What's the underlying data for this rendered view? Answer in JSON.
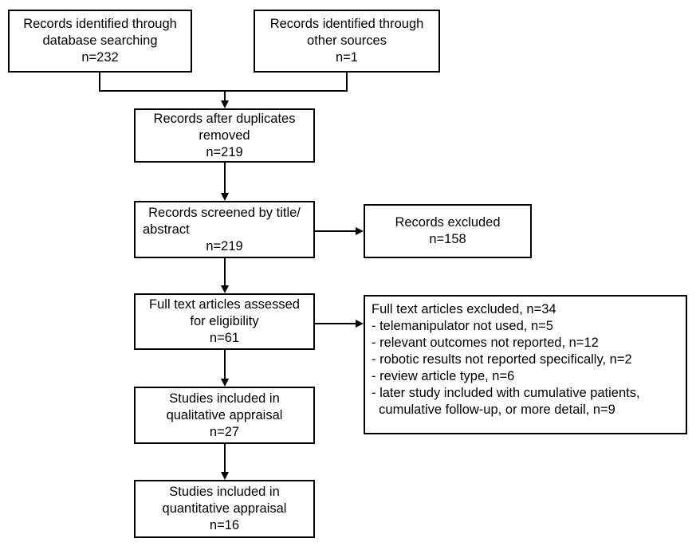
{
  "boxes": {
    "identified_db": {
      "lines": [
        "Records identified through",
        "database searching",
        "n=232"
      ]
    },
    "identified_other": {
      "lines": [
        "Records identified through",
        "other sources",
        "n=1"
      ]
    },
    "after_duplicates": {
      "lines": [
        "Records after duplicates",
        "removed",
        "n=219"
      ]
    },
    "screened": {
      "lines": [
        "Records screened by title/",
        "abstract",
        "n=219"
      ]
    },
    "excluded": {
      "lines": [
        "Records excluded",
        "n=158"
      ]
    },
    "full_text": {
      "lines": [
        "Full text articles assessed",
        "for eligibility",
        "n=61"
      ]
    },
    "full_text_excluded": {
      "lines": [
        "Full text articles excluded, n=34",
        "- telemanipulator not used, n=5",
        "- relevant outcomes not reported, n=12",
        "- robotic results not reported specifically, n=2",
        "- review article type, n=6",
        "- later study included with cumulative patients,",
        "  cumulative follow-up, or more detail, n=9"
      ]
    },
    "qualitative": {
      "lines": [
        "Studies included in",
        "qualitative appraisal",
        "n=27"
      ]
    },
    "quantitative": {
      "lines": [
        "Studies included in",
        "quantitative appraisal",
        "n=16"
      ]
    }
  }
}
